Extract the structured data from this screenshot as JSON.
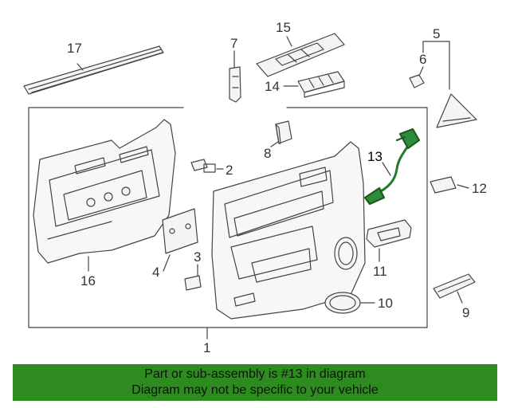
{
  "callouts": {
    "c1": "1",
    "c2": "2",
    "c3": "3",
    "c4": "4",
    "c5": "5",
    "c6": "6",
    "c7": "7",
    "c8": "8",
    "c9": "9",
    "c10": "10",
    "c11": "11",
    "c12": "12",
    "c13": "13",
    "c14": "14",
    "c15": "15",
    "c16": "16",
    "c17": "17"
  },
  "banner": {
    "line1": "Part or sub-assembly is #13 in diagram",
    "line2": "Diagram may not be specific to your vehicle"
  },
  "colors": {
    "line": "#444444",
    "highlight_part": "#1f7a2a",
    "banner_bg": "#2e8b1f"
  }
}
